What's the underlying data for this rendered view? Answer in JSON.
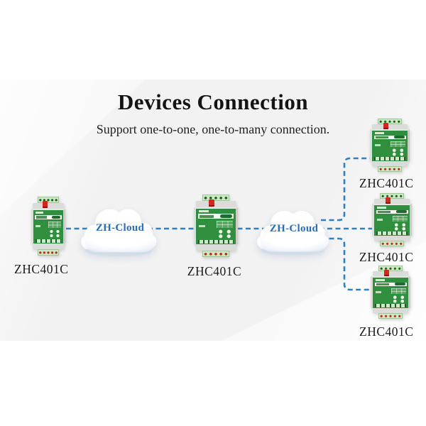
{
  "title": "Devices Connection",
  "subtitle": "Support one-to-one, one-to-many connection.",
  "cloud_left": {
    "label": "ZH-Cloud"
  },
  "cloud_right": {
    "label": "ZH-Cloud"
  },
  "devices": [
    {
      "label": "ZHC401C"
    },
    {
      "label": "ZHC401C"
    },
    {
      "label": "ZHC401C"
    },
    {
      "label": "ZHC401C"
    },
    {
      "label": "ZHC401C"
    }
  ],
  "colors": {
    "line_blue": "#2f80c3",
    "cloud_text_blue": "#2b6cb3",
    "device_green": "#2f8f3e",
    "connector_red": "#d2271d",
    "background_band": "#f2f2f2"
  }
}
